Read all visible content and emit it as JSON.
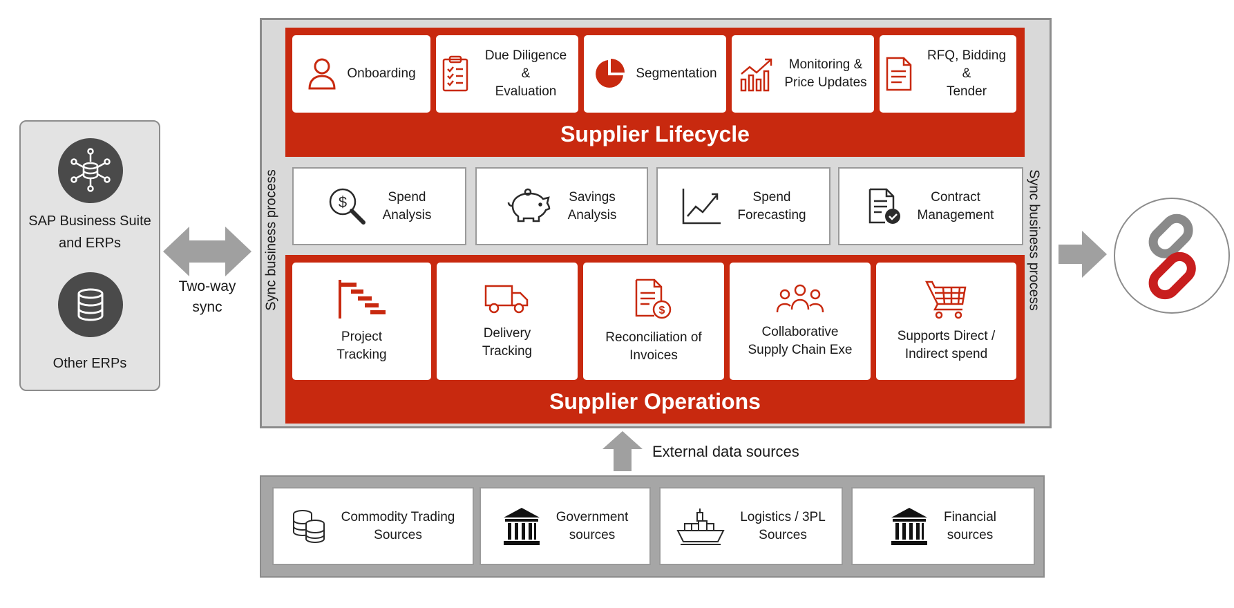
{
  "left_panel": {
    "sap_label_line1": "SAP Business Suite",
    "sap_label_line2": "and ERPs",
    "other_label": "Other ERPs"
  },
  "sync": {
    "line1": "Two-way",
    "line2": "sync"
  },
  "side_label_left": "Sync business process",
  "side_label_right": "Sync business process",
  "lifecycle": {
    "title": "Supplier Lifecycle",
    "cards": [
      {
        "line1": "Onboarding",
        "line2": "",
        "icon": "person-icon"
      },
      {
        "line1": "Due Diligence &",
        "line2": "Evaluation",
        "icon": "clipboard-checklist-icon"
      },
      {
        "line1": "Segmentation",
        "line2": "",
        "icon": "pie-chart-icon"
      },
      {
        "line1": "Monitoring &",
        "line2": "Price Updates",
        "icon": "trend-bar-chart-icon"
      },
      {
        "line1": "RFQ, Bidding &",
        "line2": "Tender",
        "icon": "document-icon"
      }
    ]
  },
  "analysis": {
    "cards": [
      {
        "line1": "Spend",
        "line2": "Analysis",
        "icon": "dollar-magnifier-icon"
      },
      {
        "line1": "Savings",
        "line2": "Analysis",
        "icon": "piggy-bank-icon"
      },
      {
        "line1": "Spend",
        "line2": "Forecasting",
        "icon": "line-chart-icon"
      },
      {
        "line1": "Contract",
        "line2": "Management",
        "icon": "contract-check-icon"
      }
    ]
  },
  "operations": {
    "title": "Supplier Operations",
    "cards": [
      {
        "line1": "Project",
        "line2": "Tracking",
        "icon": "gantt-icon"
      },
      {
        "line1": "Delivery",
        "line2": "Tracking",
        "icon": "truck-icon"
      },
      {
        "line1": "Reconciliation of",
        "line2": "Invoices",
        "icon": "invoice-dollar-icon"
      },
      {
        "line1": "Collaborative",
        "line2": "Supply Chain Exe",
        "icon": "people-group-icon"
      },
      {
        "line1": "Supports Direct /",
        "line2": "Indirect spend",
        "icon": "shopping-cart-icon"
      }
    ]
  },
  "external": {
    "label": "External data sources",
    "cards": [
      {
        "line1": "Commodity Trading",
        "line2": "Sources",
        "icon": "coin-stacks-icon"
      },
      {
        "line1": "Government",
        "line2": "sources",
        "icon": "bank-building-icon"
      },
      {
        "line1": "Logistics / 3PL",
        "line2": "Sources",
        "icon": "cargo-ship-icon"
      },
      {
        "line1": "Financial",
        "line2": "sources",
        "icon": "bank-building-icon"
      }
    ]
  },
  "colors": {
    "brand_red": "#c8290f",
    "frame_grey": "#d9d9d9",
    "arrow_grey": "#a0a0a0",
    "dark_icon": "#4a4a4a"
  },
  "link_icon": "chain-link-icon"
}
